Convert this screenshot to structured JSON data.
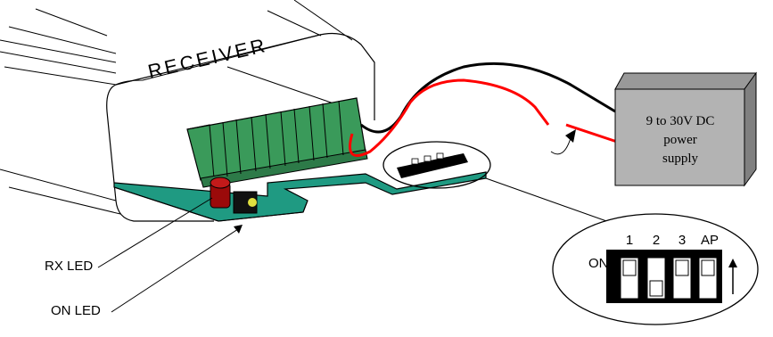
{
  "receiver": {
    "label": "RECEIVER",
    "body_color": "#ffffff",
    "terminal_color": "#3a9a5a",
    "board_color": "#1f9a82"
  },
  "power_supply": {
    "line1": "9 to 30V DC",
    "line2": "power",
    "line3": "supply",
    "color": "#b3b3b3"
  },
  "labels": {
    "rx_led": "RX LED",
    "on_led": "ON LED"
  },
  "dip_switch": {
    "on_label": "ON",
    "switches": [
      {
        "label": "1",
        "state": "up"
      },
      {
        "label": "2",
        "state": "down"
      },
      {
        "label": "3",
        "state": "up"
      },
      {
        "label": "AP",
        "state": "up"
      }
    ]
  },
  "wires": {
    "positive_color": "#ff0000",
    "negative_color": "#000000"
  },
  "led_colors": {
    "rx_led": "#9b0a0a",
    "on_led": "#e0e040"
  }
}
